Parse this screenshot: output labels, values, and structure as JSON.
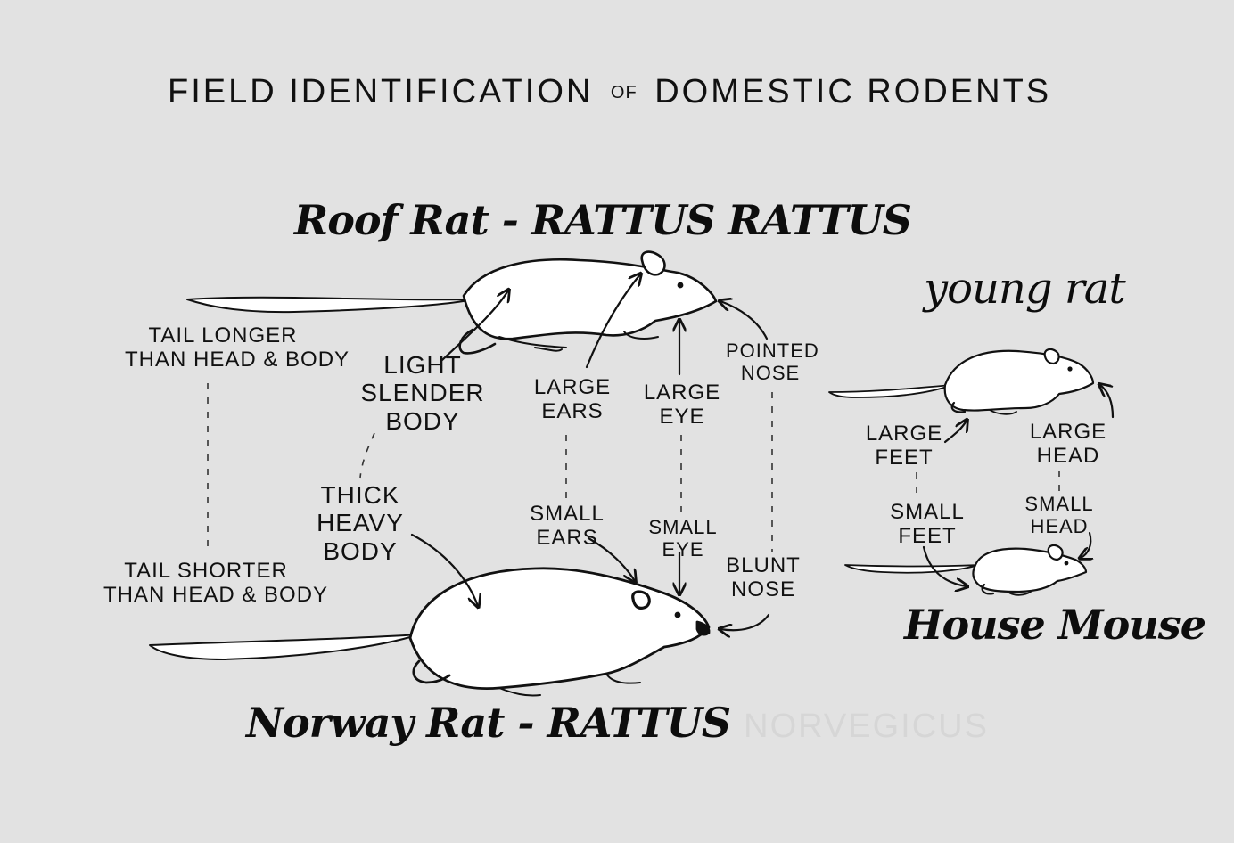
{
  "title": {
    "part1": "FIELD IDENTIFICATION",
    "of": "OF",
    "part2": "DOMESTIC RODENTS"
  },
  "roof_rat": {
    "common": "Roof Rat",
    "dash": "-",
    "scientific": "RATTUS RATTUS"
  },
  "norway_rat": {
    "common": "Norway Rat",
    "dash": "-",
    "scientific": "RATTUS",
    "scientific_faint": "NORVEGICUS"
  },
  "young_rat": {
    "label": "young rat"
  },
  "house_mouse": {
    "label": "House Mouse"
  },
  "labels": {
    "tail_longer": [
      "TAIL LONGER",
      "THAN HEAD & BODY"
    ],
    "tail_shorter": [
      "TAIL SHORTER",
      "THAN HEAD & BODY"
    ],
    "light_slender_body": [
      "LIGHT",
      "SLENDER",
      "BODY"
    ],
    "thick_heavy_body": [
      "THICK",
      "HEAVY",
      "BODY"
    ],
    "large_ears": [
      "LARGE",
      "EARS"
    ],
    "small_ears": [
      "SMALL",
      "EARS"
    ],
    "large_eye": [
      "LARGE",
      "EYE"
    ],
    "small_eye": [
      "SMALL",
      "EYE"
    ],
    "pointed_nose": [
      "POINTED",
      "NOSE"
    ],
    "blunt_nose": [
      "BLUNT",
      "NOSE"
    ],
    "large_feet": [
      "LARGE",
      "FEET"
    ],
    "small_feet": [
      "SMALL",
      "FEET"
    ],
    "large_head": [
      "LARGE",
      "HEAD"
    ],
    "small_head": [
      "SMALL",
      "HEAD"
    ]
  }
}
